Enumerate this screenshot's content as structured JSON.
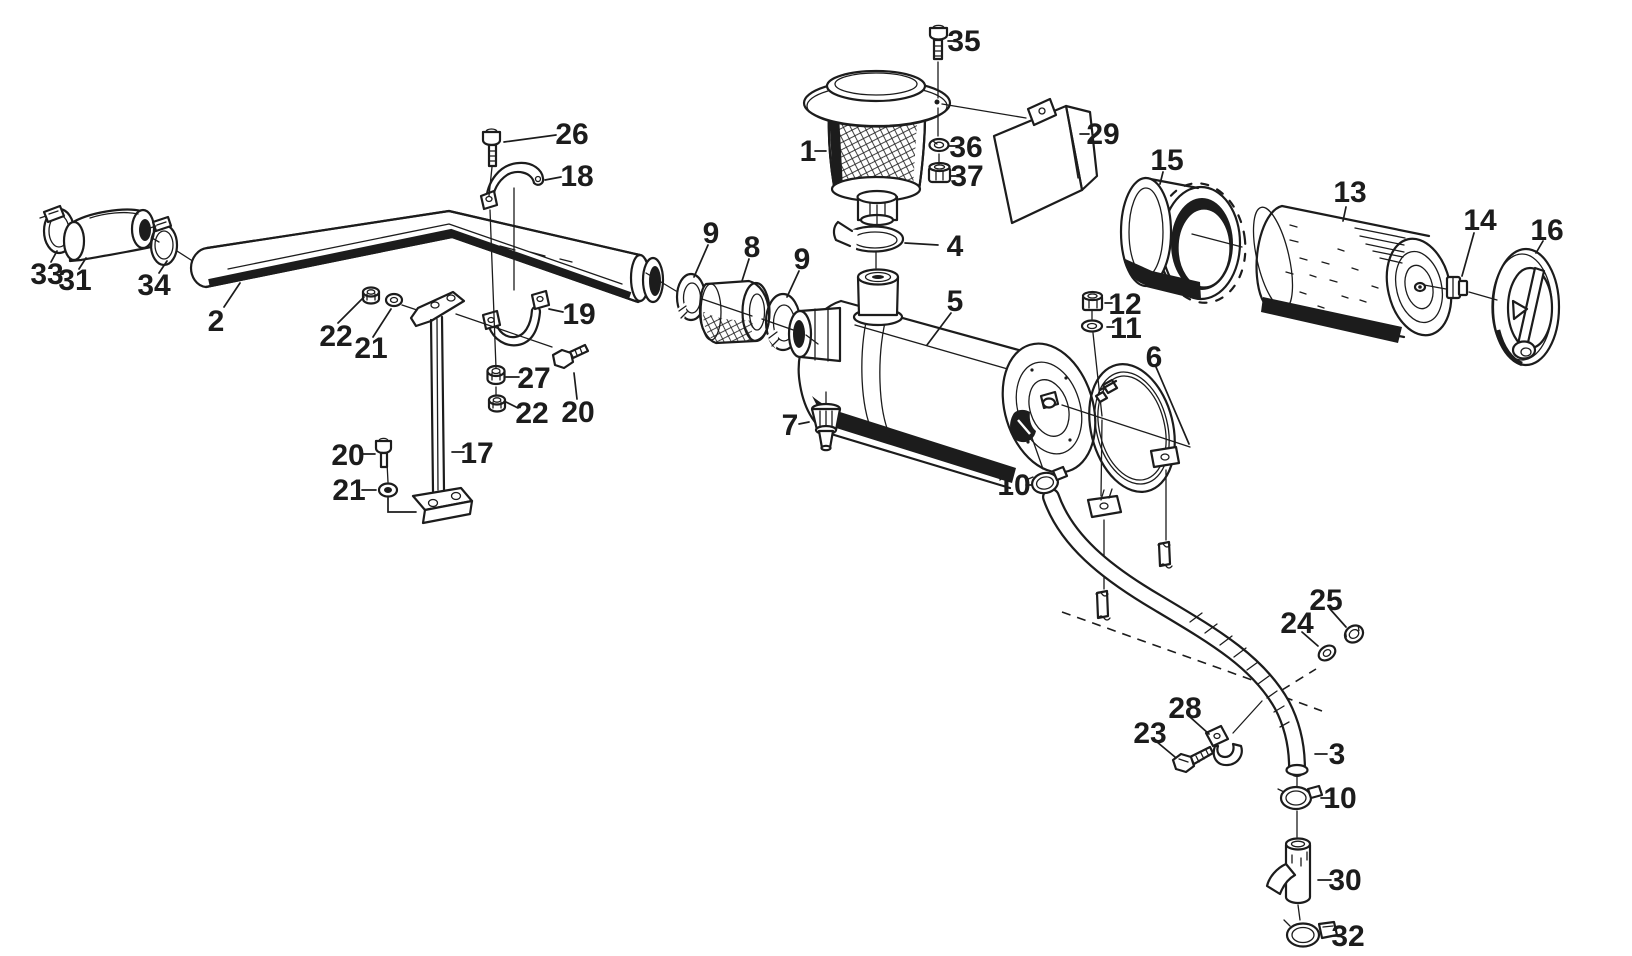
{
  "diagram": {
    "background_color": "#ffffff",
    "ink_color": "#1c1c1c",
    "callouts": [
      {
        "text": "1"
      },
      {
        "text": "2"
      },
      {
        "text": "3"
      },
      {
        "text": "4"
      },
      {
        "text": "5"
      },
      {
        "text": "6"
      },
      {
        "text": "7"
      },
      {
        "text": "8"
      },
      {
        "text": "9"
      },
      {
        "text": "9"
      },
      {
        "text": "10"
      },
      {
        "text": "10"
      },
      {
        "text": "11"
      },
      {
        "text": "12"
      },
      {
        "text": "13"
      },
      {
        "text": "14"
      },
      {
        "text": "15"
      },
      {
        "text": "16"
      },
      {
        "text": "17"
      },
      {
        "text": "18"
      },
      {
        "text": "19"
      },
      {
        "text": "20"
      },
      {
        "text": "20"
      },
      {
        "text": "21"
      },
      {
        "text": "21"
      },
      {
        "text": "22"
      },
      {
        "text": "22"
      },
      {
        "text": "23"
      },
      {
        "text": "24"
      },
      {
        "text": "25"
      },
      {
        "text": "26"
      },
      {
        "text": "27"
      },
      {
        "text": "28"
      },
      {
        "text": "29"
      },
      {
        "text": "30"
      },
      {
        "text": "31"
      },
      {
        "text": "32"
      },
      {
        "text": "33"
      },
      {
        "text": "34"
      },
      {
        "text": "35"
      },
      {
        "text": "36"
      },
      {
        "text": "37"
      }
    ]
  }
}
